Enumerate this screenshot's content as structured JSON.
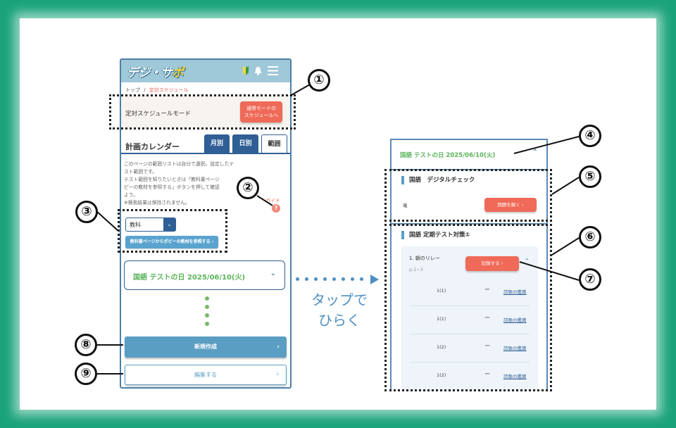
{
  "phone": {
    "logo_main": "デジ・サ",
    "logo_accent": "ポ",
    "breadcrumb_top": "トップ",
    "breadcrumb_sep": "/",
    "breadcrumb_current": "定対スケジュール",
    "mode_label": "定対スケジュールモード",
    "mode_button_line1": "通常モードの",
    "mode_button_line2": "スケジュールへ",
    "calendar_title": "計画カレンダー",
    "tabs": [
      "月別",
      "日別",
      "範囲"
    ],
    "description": [
      "このページの範囲リストは自分で選択。設定したテ",
      "スト範囲です。",
      "テスト範囲を知りたいときは「教科書ページ",
      "ピーの教材を参照する」ボタンを押して確認",
      "よう。",
      "※検索結果は保持されません。"
    ],
    "guide_label": "ガイド",
    "guide_icon": "?",
    "select_value": "教科",
    "reference_button": "教科書ページからポピーの教材を参照する ›",
    "accordion_label": "国語 テストの日 2025/06/10(火)",
    "create_button": "新規作成",
    "edit_button": "編集する"
  },
  "tap_label_line1": "タップで",
  "tap_label_line2": "ひらく",
  "detail": {
    "header": "国語 テストの日 2025/06/10(火)",
    "digital_check_title": "国語　デジタルチェック",
    "digital_check_item": "竜",
    "solve_button": "問題を解く ›",
    "teiki_title": "国語 定期テスト対策①",
    "lesson_title": "1. 朝のリレー",
    "lesson_pages": "p.2~3",
    "record_button": "記録する ›",
    "rows": [
      {
        "unit": "1(1)",
        "dash": "ー",
        "link": "詩歌の鑑賞"
      },
      {
        "unit": "1(1)",
        "dash": "ー",
        "link": "詩歌の鑑賞"
      },
      {
        "unit": "1(2)",
        "dash": "ー",
        "link": "詩歌の鑑賞"
      },
      {
        "unit": "1(2)",
        "dash": "ー",
        "link": "詩歌の鑑賞"
      }
    ]
  },
  "callouts": [
    "①",
    "②",
    "③",
    "④",
    "⑤",
    "⑥",
    "⑦",
    "⑧",
    "⑨"
  ],
  "icons": {
    "beginner_mark": "beginner-mark-icon",
    "bell": "bell-icon",
    "menu": "hamburger-menu-icon",
    "chevron_down": "chevron-down-icon",
    "chevron_up": "chevron-up-icon",
    "chevron_right": "chevron-right-icon"
  },
  "colors": {
    "background_green": "#1aa37a",
    "appbar": "#9fc8d9",
    "primary_blue": "#2f5f95",
    "button_blue": "#5b9ec4",
    "accent_red": "#ef6a58",
    "label_green": "#5ab35a",
    "tap_blue": "#4f8fc2"
  }
}
